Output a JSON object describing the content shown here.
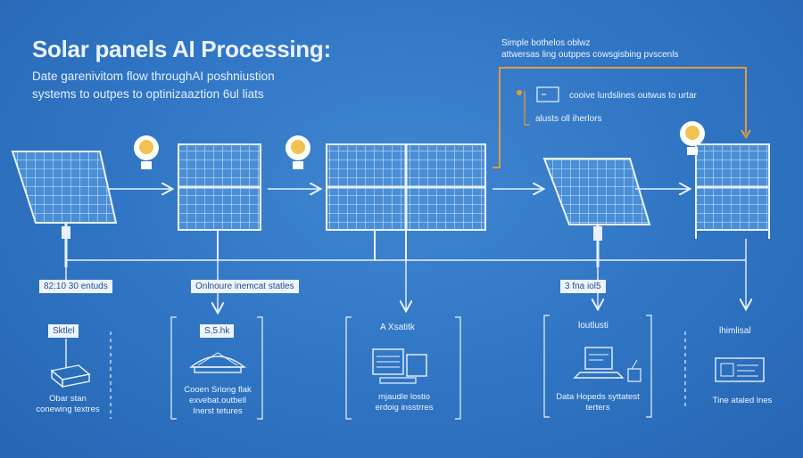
{
  "header": {
    "title": "Solar panels AI Processing:",
    "subtitle_line1": "Date garenivitom flow throughAI poshniustion",
    "subtitle_line2": "systems to outpes to optinizaaztion 6ul liats"
  },
  "top_note": {
    "line1": "Simple bothelos oblwz",
    "line2": "attwersas ling outppes   cowsgisbing pvscenls"
  },
  "mid_note": {
    "line1": "cooive lurdslines outwus to urtar",
    "line2": "alusts oll iherlors"
  },
  "flow_labels": [
    "82:10 30 entuds",
    "Onlnoure inemcat statles",
    "3 fna iol5"
  ],
  "stages": [
    {
      "title": "Sktlel",
      "caption_line1": "Obar stan",
      "caption_line2": "conewing textres",
      "icon": "server-rack-icon"
    },
    {
      "title": "S,5.hk",
      "caption_line1": "Cooen Sriong flak",
      "caption_line2": "exvebat.outbell",
      "caption_line3": "Inerst tetures",
      "icon": "sensor-dome-icon"
    },
    {
      "title": "A Xsatitk",
      "caption_line1": "mjaudle lostio",
      "caption_line2": "erdoig insstrres",
      "icon": "computer-workstation-icon"
    },
    {
      "title": "loutlusti",
      "caption_line1": "Data Hopeds syttatest",
      "caption_line2": "terters",
      "icon": "laptop-analytics-icon"
    },
    {
      "title": "lhimlisal",
      "caption_line1": "Tine ataled lnes",
      "icon": "dashboard-monitor-icon"
    }
  ],
  "colors": {
    "background": "#2f74c3",
    "accent_line": "#e79a3c",
    "lightbulb": "#f2c14e",
    "panel_fill": "#4a8fd6",
    "line": "#eaf2ff"
  }
}
